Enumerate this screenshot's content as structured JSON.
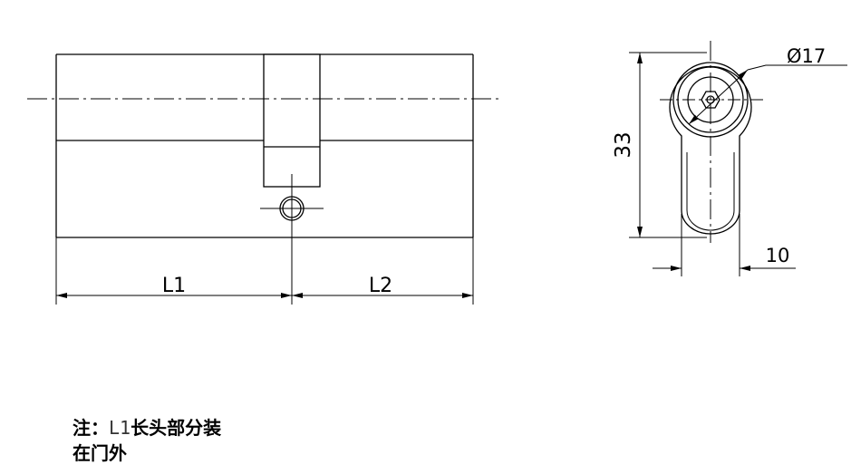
{
  "front_view": {
    "dim_l1": "L1",
    "dim_l2": "L2"
  },
  "side_view": {
    "dim_diameter": "Ø17",
    "dim_height": "33",
    "dim_width": "10"
  },
  "note": {
    "prefix": "注：",
    "code": "L1",
    "line1_rest": "长头部分装",
    "line2": "在门外"
  }
}
